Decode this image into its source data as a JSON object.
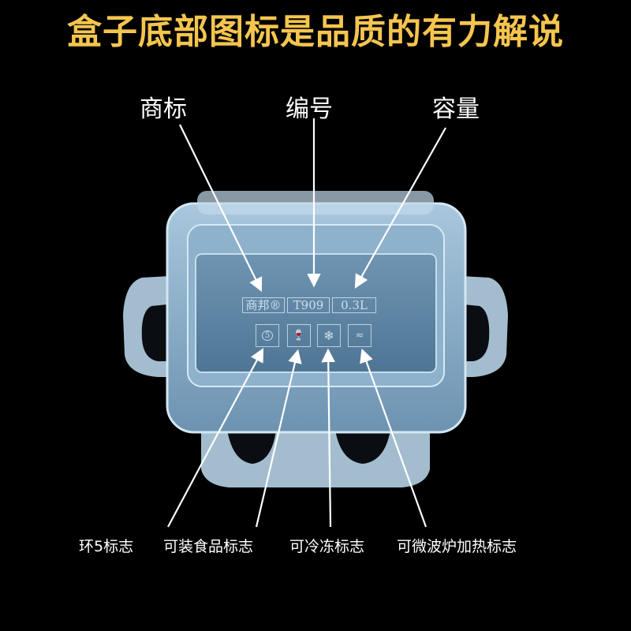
{
  "title": "盒子底部图标是品质的有力解说",
  "colors": {
    "background": "#000000",
    "title": "#f5c54e",
    "labels": "#ffffff",
    "box": "#5f87a6"
  },
  "top_labels": [
    {
      "text": "商标"
    },
    {
      "text": "编号"
    },
    {
      "text": "容量"
    }
  ],
  "embossed": {
    "brand": "商邦®",
    "model": "T909",
    "capacity": "0.3L",
    "icons": [
      "recycle-5-icon",
      "food-safe-icon",
      "freezer-icon",
      "microwave-icon"
    ],
    "recycle_number": "5"
  },
  "bottom_labels": [
    {
      "text": "环5标志"
    },
    {
      "text": "可装食品标志"
    },
    {
      "text": "可冷冻标志"
    },
    {
      "text": "可微波炉加热标志"
    }
  ]
}
